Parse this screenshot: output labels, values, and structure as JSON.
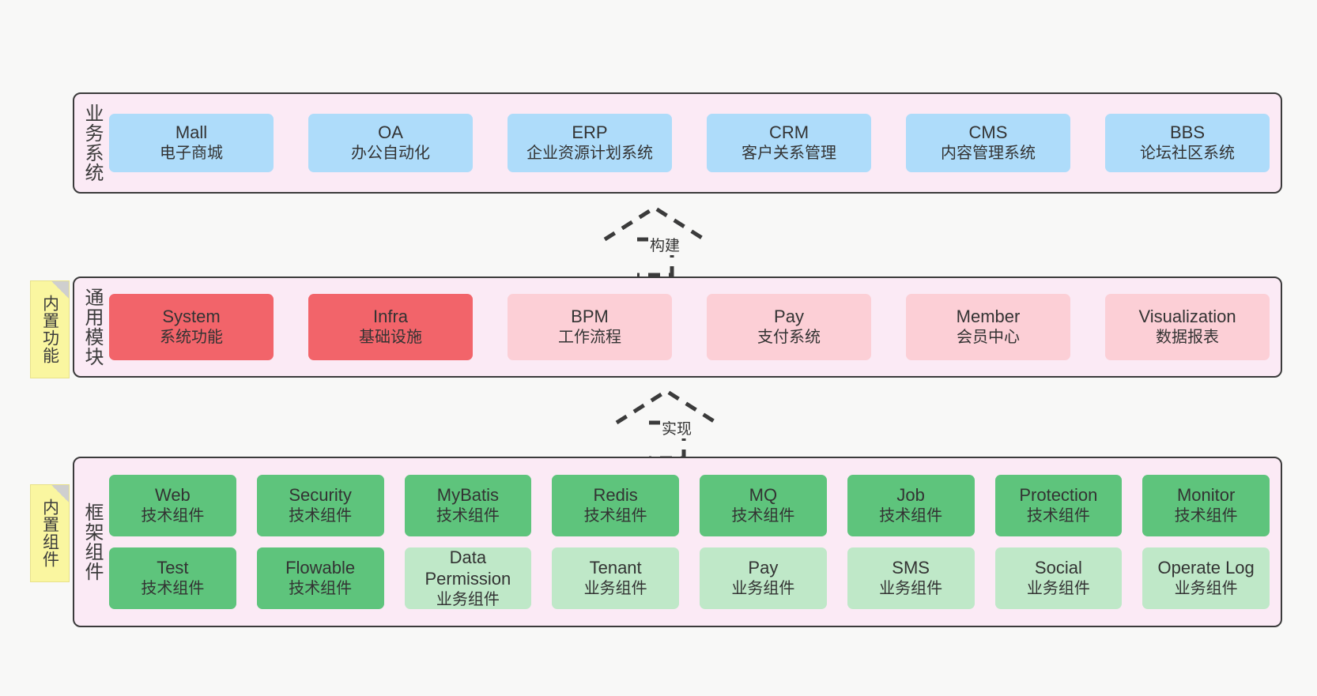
{
  "layers": [
    {
      "id": "business",
      "label": "业务系统",
      "note": null,
      "rows": [
        [
          {
            "en": "Mall",
            "cn": "电子商城"
          },
          {
            "en": "OA",
            "cn": "办公自动化"
          },
          {
            "en": "ERP",
            "cn": "企业资源计划系统"
          },
          {
            "en": "CRM",
            "cn": "客户关系管理"
          },
          {
            "en": "CMS",
            "cn": "内容管理系统"
          },
          {
            "en": "BBS",
            "cn": "论坛社区系统"
          }
        ]
      ]
    },
    {
      "id": "common",
      "label": "通用模块",
      "note": "内置功能",
      "rows": [
        [
          {
            "en": "System",
            "cn": "系统功能",
            "tone": "strong"
          },
          {
            "en": "Infra",
            "cn": "基础设施",
            "tone": "strong"
          },
          {
            "en": "BPM",
            "cn": "工作流程",
            "tone": "soft"
          },
          {
            "en": "Pay",
            "cn": "支付系统",
            "tone": "soft"
          },
          {
            "en": "Member",
            "cn": "会员中心",
            "tone": "soft"
          },
          {
            "en": "Visualization",
            "cn": "数据报表",
            "tone": "soft"
          }
        ]
      ]
    },
    {
      "id": "frame",
      "label": "框架组件",
      "note": "内置组件",
      "rows": [
        [
          {
            "en": "Web",
            "cn": "技术组件",
            "tone": "strong"
          },
          {
            "en": "Security",
            "cn": "技术组件",
            "tone": "strong"
          },
          {
            "en": "MyBatis",
            "cn": "技术组件",
            "tone": "strong"
          },
          {
            "en": "Redis",
            "cn": "技术组件",
            "tone": "strong"
          },
          {
            "en": "MQ",
            "cn": "技术组件",
            "tone": "strong"
          },
          {
            "en": "Job",
            "cn": "技术组件",
            "tone": "strong"
          },
          {
            "en": "Protection",
            "cn": "技术组件",
            "tone": "strong"
          },
          {
            "en": "Monitor",
            "cn": "技术组件",
            "tone": "strong"
          }
        ],
        [
          {
            "en": "Test",
            "cn": "技术组件",
            "tone": "strong"
          },
          {
            "en": "Flowable",
            "cn": "技术组件",
            "tone": "strong"
          },
          {
            "en": "Data Permission",
            "cn": "业务组件",
            "tone": "soft"
          },
          {
            "en": "Tenant",
            "cn": "业务组件",
            "tone": "soft"
          },
          {
            "en": "Pay",
            "cn": "业务组件",
            "tone": "soft"
          },
          {
            "en": "SMS",
            "cn": "业务组件",
            "tone": "soft"
          },
          {
            "en": "Social",
            "cn": "业务组件",
            "tone": "soft"
          },
          {
            "en": "Operate Log",
            "cn": "业务组件",
            "tone": "soft"
          }
        ]
      ]
    }
  ],
  "connectors": [
    {
      "id": "build",
      "label": "构建"
    },
    {
      "id": "implement",
      "label": "实现"
    }
  ],
  "colors": {
    "canvas": "#f8f8f7",
    "band_fill": "#fbeaf5",
    "band_border": "#3b3b3b",
    "business_card": "#aedcfa",
    "common_strong": "#f2646a",
    "common_soft": "#fccfd6",
    "frame_strong": "#5ec47c",
    "frame_soft": "#bfe8c8",
    "note_fill": "#faf6a0",
    "note_fold": "#cfcfcf",
    "text": "#333333"
  }
}
